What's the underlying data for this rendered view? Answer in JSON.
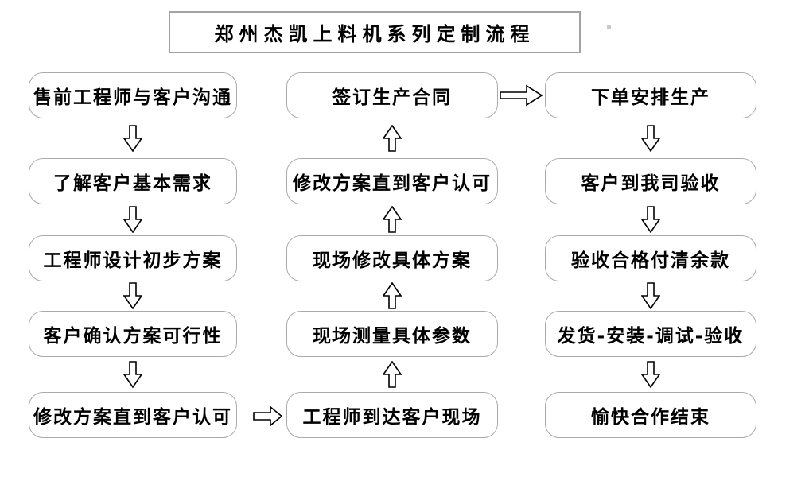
{
  "title": "郑州杰凯上料机系列定制流程",
  "diagram": {
    "type": "flowchart",
    "columns": [
      {
        "id": "left",
        "flow_direction": "down",
        "nodes": [
          "售前工程师与客户沟通",
          "了解客户基本需求",
          "工程师设计初步方案",
          "客户确认方案可行性",
          "修改方案直到客户认可"
        ]
      },
      {
        "id": "middle",
        "flow_direction": "up",
        "nodes": [
          "签订生产合同",
          "修改方案直到客户认可",
          "现场修改具体方案",
          "现场测量具体参数",
          "工程师到达客户现场"
        ]
      },
      {
        "id": "right",
        "flow_direction": "down",
        "nodes": [
          "下单安排生产",
          "客户到我司验收",
          "验收合格付清余款",
          "发货-安装-调试-验收",
          "愉快合作结束"
        ]
      }
    ],
    "cross_links": [
      {
        "from": "修改方案直到客户认可",
        "to": "工程师到达客户现场",
        "direction": "right"
      },
      {
        "from": "签订生产合同",
        "to": "下单安排生产",
        "direction": "right"
      }
    ]
  },
  "icons": {
    "down_arrow": "hollow-block-arrow-down",
    "up_arrow": "hollow-block-arrow-up",
    "right_arrow": "hollow-block-arrow-right"
  },
  "colors": {
    "background": "#ffffff",
    "node_border": "#aaaaaa",
    "title_border": "#a3a3a3",
    "text": "#000000",
    "arrow_outline": "#000000",
    "arrow_fill": "#ffffff"
  }
}
